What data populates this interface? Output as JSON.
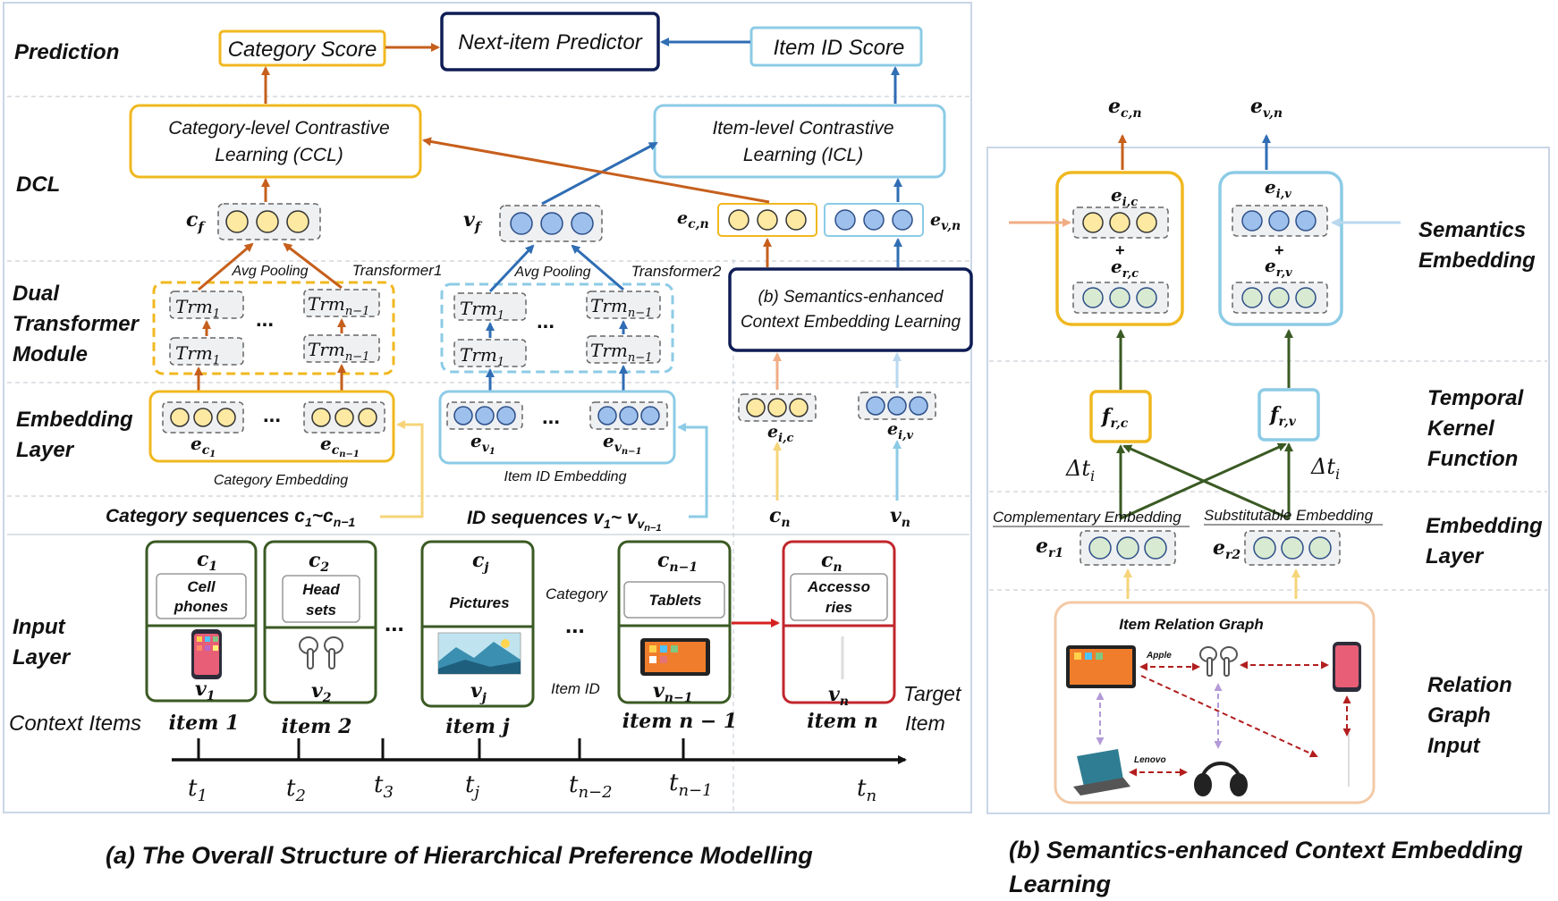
{
  "panel_a": {
    "caption": "(a) The Overall Structure of Hierarchical Preference Modelling",
    "rows": {
      "prediction": "Prediction",
      "dcl": "DCL",
      "dual1": "Dual",
      "dual2": "Transformer",
      "dual3": "Module",
      "emb1": "Embedding",
      "emb2": "Layer",
      "inp1": "Input",
      "inp2": "Layer"
    },
    "prediction": {
      "category_score": "Category Score",
      "next_item_predictor": "Next-item Predictor",
      "item_id_score": "Item ID Score"
    },
    "dcl": {
      "ccl_line1": "Category-level Contrastive",
      "ccl_line2": "Learning (CCL)",
      "icl_line1": "Item-level Contrastive",
      "icl_line2": "Learning (ICL)",
      "cf": "c",
      "cf_sub": "f",
      "vf": "v",
      "vf_sub": "f",
      "ecn": "e",
      "ecn_sub": "c,n",
      "evn": "e",
      "evn_sub": "v,n"
    },
    "transformer": {
      "avg_pooling": "Avg Pooling",
      "transformer1": "Transformer1",
      "transformer2": "Transformer2",
      "trm": "Trm",
      "sub1": "1",
      "subn1": "n−1",
      "ellipsis": "...",
      "sem_line1": "(b) Semantics-enhanced",
      "sem_line2": "Context Embedding Learning"
    },
    "embedding": {
      "category_embedding": "Category Embedding",
      "item_id_embedding": "Item ID Embedding",
      "ec1": "e",
      "ec1_sub": "c",
      "ec1_subsub": "1",
      "ecn1_sub": "c",
      "ecn1_subsub": "n−1",
      "ev1_sub": "v",
      "ev1_subsub": "1",
      "evn1_sub": "v",
      "evn1_subsub": "n−1",
      "eic": "e",
      "eic_sub": "i,c",
      "eiv": "e",
      "eiv_sub": "i,v",
      "cn": "c",
      "cn_sub": "n",
      "vn": "v",
      "vn_sub": "n"
    },
    "sequences": {
      "category": "Category sequences c",
      "category_tail": "~c",
      "id": "ID sequences v",
      "id_tail": "~ v"
    },
    "items": [
      {
        "c": "c",
        "c_sub": "1",
        "label_l1": "Cell",
        "label_l2": "phones",
        "v": "v",
        "v_sub": "1",
        "name": "item 1"
      },
      {
        "c": "c",
        "c_sub": "2",
        "label_l1": "Head",
        "label_l2": "sets",
        "v": "v",
        "v_sub": "2",
        "name": "item 2"
      },
      {
        "c": "c",
        "c_sub": "j",
        "label_l1": "Pictures",
        "label_l2": "",
        "v": "v",
        "v_sub": "j",
        "name": "item j"
      },
      {
        "c": "c",
        "c_sub": "n−1",
        "label_l1": "Tablets",
        "label_l2": "",
        "v": "v",
        "v_sub": "n−1",
        "name": "item n − 1"
      },
      {
        "c": "c",
        "c_sub": "n",
        "label_l1": "Accesso",
        "label_l2": "ries",
        "v": "v",
        "v_sub": "n",
        "name": "item n"
      }
    ],
    "input_notes": {
      "category": "Category",
      "item_id": "Item ID",
      "context_items": "Context Items",
      "target1": "Target",
      "target2": "Item",
      "dots": "..."
    },
    "timeline": [
      {
        "t": "t",
        "sub": "1"
      },
      {
        "t": "t",
        "sub": "2"
      },
      {
        "t": "t",
        "sub": "3"
      },
      {
        "t": "t",
        "sub": "j"
      },
      {
        "t": "t",
        "sub": "n−2"
      },
      {
        "t": "t",
        "sub": "n−1"
      },
      {
        "t": "t",
        "sub": "n"
      }
    ]
  },
  "panel_b": {
    "caption_line1": "(b) Semantics-enhanced Context Embedding",
    "caption_line2": "Learning",
    "rows": {
      "sem1": "Semantics",
      "sem2": "Embedding",
      "tk1": "Temporal",
      "tk2": "Kernel",
      "tk3": "Function",
      "el1": "Embedding",
      "el2": "Layer",
      "rg1": "Relation",
      "rg2": "Graph",
      "rg3": "Input"
    },
    "outputs": {
      "ecn": "e",
      "ecn_sub": "c,n",
      "evn": "e",
      "evn_sub": "v,n"
    },
    "semantics": {
      "eic": "e",
      "eic_sub": "i,c",
      "erc": "e",
      "erc_sub": "r,c",
      "eiv": "e",
      "eiv_sub": "i,v",
      "erv": "e",
      "erv_sub": "r,v",
      "plus": "+"
    },
    "kernel": {
      "frc": "f",
      "frc_sub": "r,c",
      "frv": "f",
      "frv_sub": "r,v",
      "dt": "Δt",
      "dt_sub": "i"
    },
    "embedding": {
      "complementary": "Complementary Embedding",
      "substitutable": "Substitutable Embedding",
      "er1": "e",
      "er1_sub": "r1",
      "er2": "e",
      "er2_sub": "r2"
    },
    "graph": {
      "title": "Item Relation Graph",
      "apple": "Apple",
      "lenovo": "Lenovo"
    }
  },
  "colors": {
    "orange": "#c65f1c",
    "yellow_border": "#f0b820",
    "yellow_fill": "#fde9a1",
    "blue": "#2f6db4",
    "light_blue_border": "#8ccbe6",
    "blue_fill": "#9dc0ec",
    "navy": "#0f1d55",
    "green": "#3a5a23",
    "green_fill": "#d8ead1",
    "red": "#d6201f",
    "dashed_red": "#b21e1e",
    "peach_border": "#f3c9a6"
  }
}
